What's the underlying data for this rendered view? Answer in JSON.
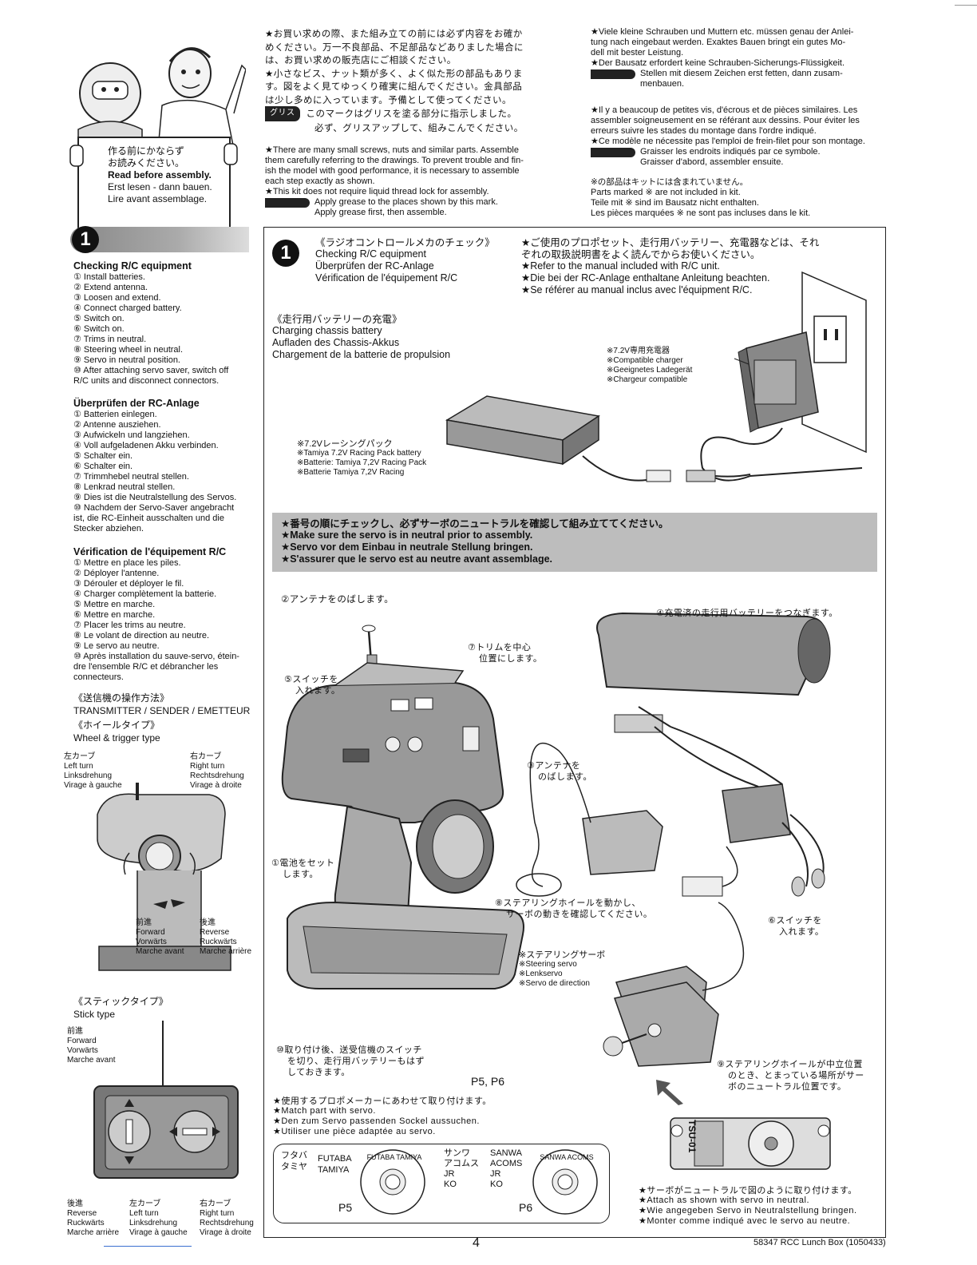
{
  "intro_sign": {
    "jp_line1": "作る前にかならず",
    "jp_line2": "お読みください。",
    "en": "Read before assembly.",
    "de": "Erst lesen - dann bauen.",
    "fr": "Lire avant assemblage."
  },
  "top_jp": {
    "p1_l1": "★お買い求めの際、また組み立ての前には必ず内容をお確か",
    "p1_l2": "めください。万一不良部品、不足部品などありました場合に",
    "p1_l3": "は、お買い求めの販売店にご相談ください。",
    "p2_l1": "★小さなビス、ナット類が多く、よく似た形の部品もありま",
    "p2_l2": "す。図をよく見てゆっくり確実に組んでください。金具部品",
    "p2_l3": "は少し多めに入っています。予備として使ってください。",
    "grease_badge": "グリス",
    "grease_l1": "このマークはグリスを塗る部分に指示しました。",
    "grease_l2": "必ず、グリスアップして、組みこんでください。"
  },
  "top_en": {
    "l1": "★There are many small screws, nuts and similar parts. Assemble",
    "l2": "them carefully referring to the drawings. To prevent trouble and fin-",
    "l3": "ish the model with good performance, it is necessary to assemble",
    "l4": "each step exactly as shown.",
    "l5": "★This kit does not require liquid thread lock for assembly.",
    "grease1": "Apply grease to the places shown by this mark.",
    "grease2": "Apply grease first, then assemble."
  },
  "top_de": {
    "l1": "★Viele kleine Schrauben und Muttern etc. müssen genau der Anlei-",
    "l2": "tung nach eingebaut werden. Exaktes Bauen bringt ein gutes Mo-",
    "l3": "dell mit bester Leistung.",
    "l4": "★Der Bausatz erfordert keine Schrauben-Sicherungs-Flüssigkeit.",
    "grease1": "Stellen mit diesem Zeichen erst fetten, dann zusam-",
    "grease2": "menbauen."
  },
  "top_fr": {
    "l1": "★Il y a beaucoup de petites vis, d'écrous et de pièces similaires. Les",
    "l2": "assembler soigneusement en se référant aux dessins. Pour éviter les",
    "l3": "erreurs suivre les stades du montage dans l'ordre indiqué.",
    "l4": "★Ce modèle ne nécessite pas l'emploi de frein-filet pour son montage.",
    "grease1": "Graisser les endroits indiqués par ce symbole.",
    "grease2": "Graisser d'abord, assembler ensuite."
  },
  "not_included": {
    "jp": "※の部品はキットには含まれていません。",
    "en": "Parts marked ※ are not included in kit.",
    "de": "Teile mit ※ sind im Bausatz nicht enthalten.",
    "fr": "Les pièces marquées ※ ne sont pas incluses dans le kit."
  },
  "left_col": {
    "step_number": "1",
    "en_title": "Checking R/C equipment",
    "en_items": [
      "① Install batteries.",
      "② Extend antenna.",
      "③ Loosen and extend.",
      "④ Connect charged battery.",
      "⑤ Switch on.",
      "⑥ Switch on.",
      "⑦ Trims in neutral.",
      "⑧ Steering wheel in neutral.",
      "⑨ Servo in neutral position.",
      "⑩ After attaching servo saver, switch off",
      "R/C units and disconnect connectors."
    ],
    "de_title": "Überprüfen der RC-Anlage",
    "de_items": [
      "① Batterien einlegen.",
      "② Antenne ausziehen.",
      "③ Aufwickeln und langziehen.",
      "④ Voll aufgeladenen Akku verbinden.",
      "⑤ Schalter ein.",
      "⑥ Schalter ein.",
      "⑦ Trimmhebel neutral stellen.",
      "⑧ Lenkrad neutral stellen.",
      "⑨ Dies ist die Neutralstellung des Servos.",
      "⑩ Nachdem der Servo-Saver angebracht",
      "ist, die RC-Einheit ausschalten und die",
      "Stecker abziehen."
    ],
    "fr_title": "Vérification de l'équipement R/C",
    "fr_items": [
      "① Mettre en place les piles.",
      "② Déployer l'antenne.",
      "③ Dérouler et déployer le fil.",
      "④ Charger complètement la batterie.",
      "⑤ Mettre en marche.",
      "⑥ Mettre en marche.",
      "⑦ Placer les trims au neutre.",
      "⑧ Le volant de direction au neutre.",
      "⑨ Le servo au neutre.",
      "⑩ Après installation du sauve-servo, étein-",
      "dre l'ensemble R/C et débrancher les",
      "connecteurs."
    ],
    "tx_jp": "《送信機の操作方法》",
    "tx_title": "TRANSMITTER / SENDER / EMETTEUR",
    "wheel_jp": "《ホイールタイプ》",
    "wheel_title": "Wheel & trigger type",
    "left_turn": [
      "左カーブ",
      "Left turn",
      "Linksdrehung",
      "Virage à gauche"
    ],
    "right_turn": [
      "右カーブ",
      "Right turn",
      "Rechtsdrehung",
      "Virage à droite"
    ],
    "forward": [
      "前進",
      "Forward",
      "Vorwärts",
      "Marche avant"
    ],
    "reverse": [
      "後進",
      "Reverse",
      "Ruckwärts",
      "Marche arrière"
    ],
    "stick_jp": "《スティックタイプ》",
    "stick_title": "Stick type",
    "stick_forward": [
      "前進",
      "Forward",
      "Vorwärts",
      "Marche avant"
    ],
    "stick_reverse": [
      "後進",
      "Reverse",
      "Ruckwärts",
      "Marche arrière"
    ],
    "stick_left": [
      "左カーブ",
      "Left turn",
      "Linksdrehung",
      "Virage à gauche"
    ],
    "stick_right": [
      "右カーブ",
      "Right turn",
      "Rechtsdrehung",
      "Virage à droite"
    ]
  },
  "main": {
    "step_number": "1",
    "heading_jp": "《ラジオコントロールメカのチェック》",
    "heading_en": "Checking R/C equipment",
    "heading_de": "Überprüfen der RC-Anlage",
    "heading_fr": "Vérification de l'équipement R/C",
    "note_jp1": "★ご使用のプロポセット、走行用バッテリー、充電器などは、それ",
    "note_jp2": "ぞれの取扱説明書をよく読んでからお使いください。",
    "note_en": "★Refer to the manual included with R/C unit.",
    "note_de": "★Die bei der RC-Anlage enthaltane Anleitung beachten.",
    "note_fr": "★Se référer au manual inclus avec l'équipment R/C.",
    "charge_jp": "《走行用バッテリーの充電》",
    "charge_en": "Charging chassis battery",
    "charge_de": "Aufladen des Chassis-Akkus",
    "charge_fr": "Chargement de la batterie de propulsion",
    "charger_label": [
      "※7.2V専用充電器",
      "※Compatible charger",
      "※Geeignetes Ladegerät",
      "※Chargeur compatible"
    ],
    "battery_label": [
      "※7.2Vレーシングパック",
      "※Tamiya 7.2V Racing Pack battery",
      "※Batterie: Tamiya 7,2V Racing Pack",
      "※Batterie Tamiya 7,2V Racing"
    ],
    "warn_jp": "★番号の順にチェックし、必ずサーボのニュートラルを確認して組み立ててください。",
    "warn_en": "★Make sure the servo is in neutral prior to assembly.",
    "warn_de": "★Servo vor dem Einbau in neutrale Stellung bringen.",
    "warn_fr": "★S'assurer que le servo est au neutre avant assemblage.",
    "c2": "②アンテナをのばします。",
    "c4": "④充電済の走行用バッテリーをつなぎます。",
    "c7a": "⑦トリムを中心",
    "c7b": "位置にします。",
    "c5a": "⑤スイッチを",
    "c5b": "入れます。",
    "c3a": "③アンテナを",
    "c3b": "のばします。",
    "c1a": "①電池をセット",
    "c1b": "します。",
    "c8a": "⑧ステアリングホイールを動かし、",
    "c8b": "サーボの動きを確認してください。",
    "c6a": "⑥スイッチを",
    "c6b": "入れます。",
    "servo_label": [
      "※ステアリングサーボ",
      "※Steering servo",
      "※Lenkservo",
      "※Servo de direction"
    ],
    "c10a": "⑩取り付け後、送受信機のスイッチ",
    "c10b": "を切り、走行用バッテリーもはず",
    "c10c": "しておきます。",
    "p5p6": "P5, P6",
    "c9a": "⑨ステアリングホイールが中立位置",
    "c9b": "のとき、とまっている場所がサー",
    "c9c": "ボのニュートラル位置です。",
    "match_jp": "★使用するプロポメーカーにあわせて取り付けます。",
    "match_en": "★Match part with servo.",
    "match_de": "★Den zum Servo passenden Sockel aussuchen.",
    "match_fr": "★Utiliser une pièce adaptée au servo.",
    "p5_jp": [
      "フタバ",
      "タミヤ"
    ],
    "p5_en": [
      "FUTABA",
      "TAMIYA"
    ],
    "p5_label": "P5",
    "p5_ring_text": "FUTABA TAMIYA",
    "p6_jp": [
      "サンワ",
      "アコムス",
      "JR",
      "KO"
    ],
    "p6_en": [
      "SANWA",
      "ACOMS",
      "JR",
      "KO"
    ],
    "p6_label": "P6",
    "p6_ring_text": "SANWA ACOMS",
    "attach_jp": "★サーボがニュートラルで図のように取り付けます。",
    "attach_en": "★Attach as shown with servo in neutral.",
    "attach_de": "★Wie angegeben Servo in Neutralstellung bringen.",
    "attach_fr": "★Monter comme indiqué avec le servo au neutre.",
    "servo_saver_text": "TSU-01"
  },
  "footer": {
    "page_number": "4",
    "code": "58347 RCC Lunch Box (1050433)"
  }
}
